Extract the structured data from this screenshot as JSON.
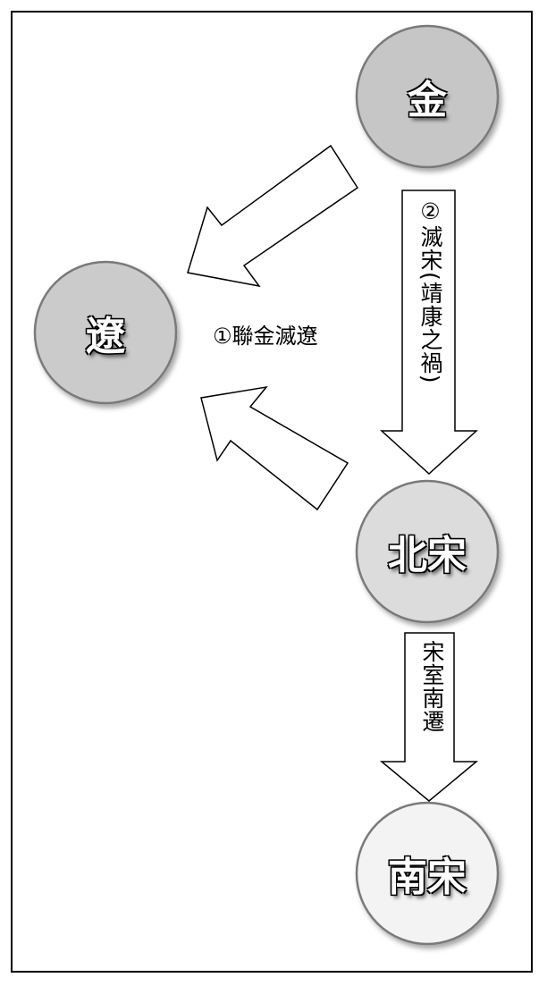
{
  "nodes": {
    "jin": {
      "label": "金",
      "color": "#c6c6c6"
    },
    "liao": {
      "label": "遼",
      "color": "#cbcbcb"
    },
    "northern_song": {
      "label": "北宋",
      "color": "#dcdcdc"
    },
    "southern_song": {
      "label": "南宋",
      "color": "#f3f3f3"
    }
  },
  "arrows": {
    "alliance": "①聯金滅遼",
    "destroy_song": "②滅宋(靖康之禍)",
    "move_south": "宋室南遷"
  }
}
